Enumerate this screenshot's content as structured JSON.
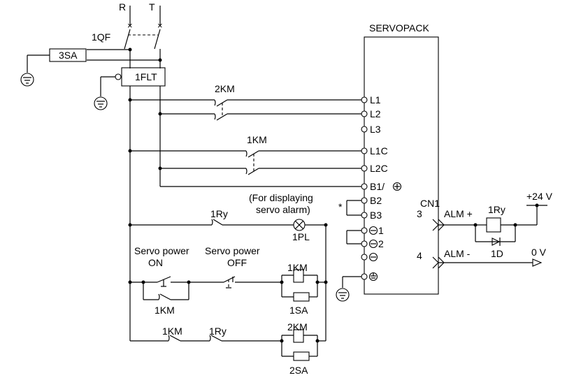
{
  "labels": {
    "R": "R",
    "T": "T",
    "qf": "1QF",
    "sa3": "3SA",
    "flt": "1FLT",
    "km2": "2KM",
    "km1": "1KM",
    "servopack": "SERVOPACK",
    "t_L1": "L1",
    "t_L2": "L2",
    "t_L3": "L3",
    "t_L1C": "L1C",
    "t_L2C": "L2C",
    "t_B1": "B1/",
    "t_B2": "B2",
    "t_B3": "B3",
    "t_m1": "1",
    "t_m2": "2",
    "cn1": "CN1",
    "pin3": "3",
    "pin4": "4",
    "alm_plus": "ALM  +",
    "alm_minus": "ALM  -",
    "ry_right": "1Ry",
    "d1": "1D",
    "v24": "+24 V",
    "v0": "0 V",
    "for_alarm_1": "(For displaying",
    "for_alarm_2": "servo alarm)",
    "ry_contact": "1Ry",
    "pl": "1PL",
    "asterisk": "*",
    "sp_on_1": "Servo power",
    "sp_on_2": "ON",
    "sp_off_1": "Servo power",
    "sp_off_2": "OFF",
    "km1_coil": "1KM",
    "sa1": "1SA",
    "km1_aux": "1KM",
    "km1_bottom": "1KM",
    "ry_bottom": "1Ry",
    "km2_coil": "2KM",
    "sa2": "2SA"
  }
}
